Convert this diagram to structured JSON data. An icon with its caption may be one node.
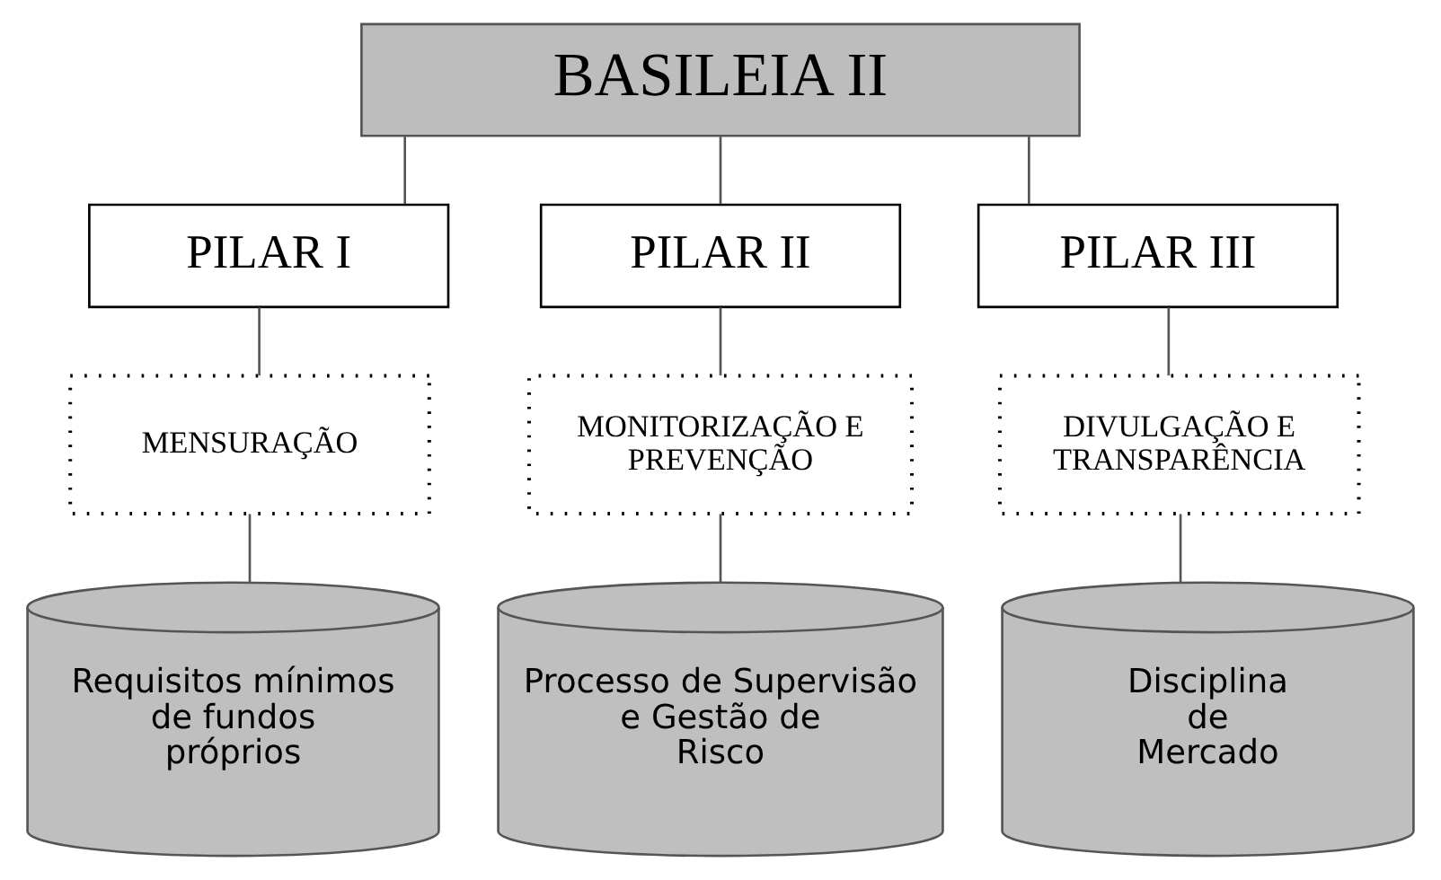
{
  "diagram": {
    "nodes": [
      {
        "text": [
          "BASILEIA II"
        ]
      },
      {
        "text": [
          "PILAR I"
        ]
      },
      {
        "text": [
          "PILAR II"
        ]
      },
      {
        "text": [
          "PILAR III"
        ]
      },
      {
        "text": [
          "MENSURAÇÃO"
        ]
      },
      {
        "text": [
          "MONITORIZAÇÃO E PREVENÇÃO"
        ]
      },
      {
        "text": [
          "DIVULGAÇÃO E TRANSPARÊNCIA"
        ]
      },
      {
        "text": [
          "Requisitos mínimos de fundos próprios"
        ]
      },
      {
        "text": [
          "Processo de Supervisão e Gestão de Risco"
        ]
      },
      {
        "text": [
          "Disciplina de Mercado"
        ]
      }
    ],
    "edges": [
      {
        "from": 0,
        "to": 1,
        "arrow": "none"
      },
      {
        "from": 0,
        "to": 2,
        "arrow": "none"
      },
      {
        "from": 0,
        "to": 3,
        "arrow": "none"
      },
      {
        "from": 1,
        "to": 4,
        "arrow": "none"
      },
      {
        "from": 2,
        "to": 5,
        "arrow": "none"
      },
      {
        "from": 3,
        "to": 6,
        "arrow": "none"
      },
      {
        "from": 4,
        "to": 7,
        "arrow": "none"
      },
      {
        "from": 5,
        "to": 8,
        "arrow": "none"
      },
      {
        "from": 6,
        "to": 9,
        "arrow": "none"
      }
    ]
  }
}
